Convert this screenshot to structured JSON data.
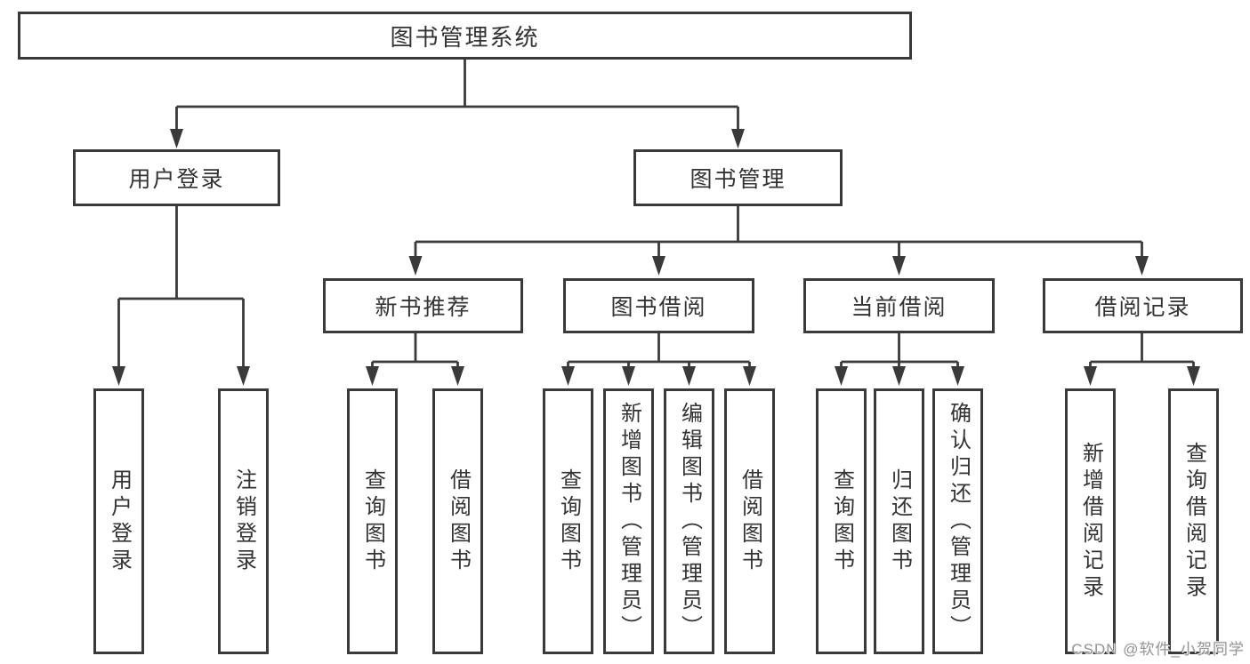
{
  "diagram": {
    "type": "hierarchy-tree",
    "tree": {
      "label": "图书管理系统",
      "children": [
        {
          "label": "用户登录",
          "children": [
            {
              "label": "用户登录"
            },
            {
              "label": "注销登录"
            }
          ]
        },
        {
          "label": "图书管理",
          "children": [
            {
              "label": "新书推荐",
              "children": [
                {
                  "label": "查询图书"
                },
                {
                  "label": "借阅图书"
                }
              ]
            },
            {
              "label": "图书借阅",
              "children": [
                {
                  "label": "查询图书"
                },
                {
                  "label": "新增图书（管理员）"
                },
                {
                  "label": "编辑图书（管理员）"
                },
                {
                  "label": "借阅图书"
                }
              ]
            },
            {
              "label": "当前借阅",
              "children": [
                {
                  "label": "查询图书"
                },
                {
                  "label": "归还图书"
                },
                {
                  "label": "确认归还（管理员）"
                }
              ]
            },
            {
              "label": "借阅记录",
              "children": [
                {
                  "label": "新增借阅记录"
                },
                {
                  "label": "查询借阅记录"
                }
              ]
            }
          ]
        }
      ]
    }
  },
  "watermark": {
    "text": "CSDN @软件_小贺同学"
  },
  "colors": {
    "line": "#3a3a3a",
    "text": "#333333",
    "background": "#ffffff",
    "watermark": "#969696"
  }
}
